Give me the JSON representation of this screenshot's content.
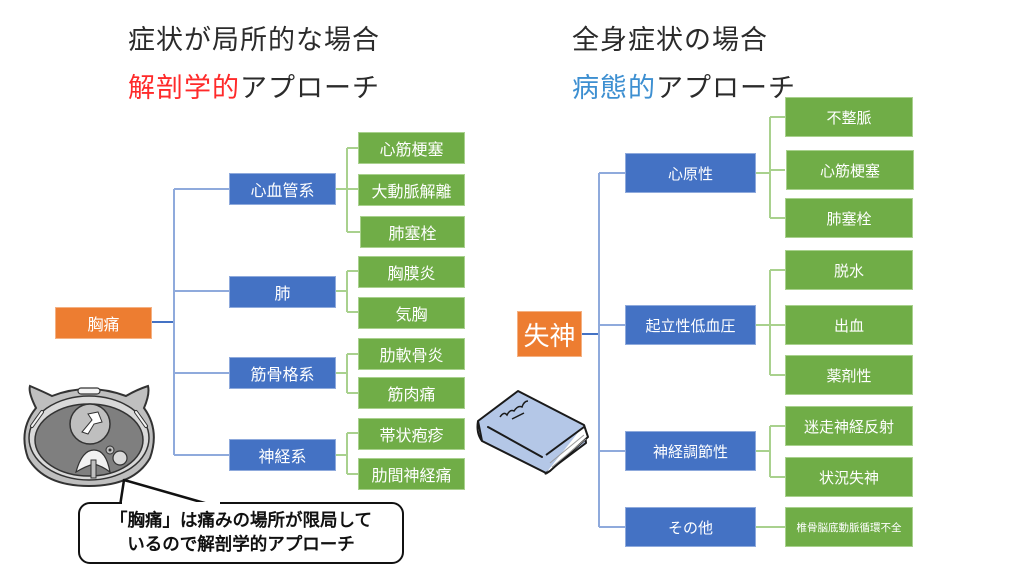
{
  "left": {
    "heading_line1": "症状が局所的な場合",
    "heading_accent": "解剖学的",
    "heading_rest": "アプローチ",
    "accent_color": "#ff2a2a",
    "root": "胸痛",
    "branches": [
      {
        "label": "心血管系",
        "children": [
          "心筋梗塞",
          "大動脈解離",
          "肺塞栓"
        ]
      },
      {
        "label": "肺",
        "children": [
          "胸膜炎",
          "気胸"
        ]
      },
      {
        "label": "筋骨格系",
        "children": [
          "肋軟骨炎",
          "筋肉痛"
        ]
      },
      {
        "label": "神経系",
        "children": [
          "帯状疱疹",
          "肋間神経痛"
        ]
      }
    ],
    "illustration": "chest-ct-cross-section",
    "callout_line1": "「胸痛」は痛みの場所が限局して",
    "callout_line2": "いるので解剖学的アプローチ"
  },
  "right": {
    "heading_line1": "全身症状の場合",
    "heading_accent": "病態的",
    "heading_rest": "アプローチ",
    "accent_color": "#3d8fd1",
    "root": "失神",
    "branches": [
      {
        "label": "心原性",
        "children": [
          "不整脈",
          "心筋梗塞",
          "肺塞栓"
        ]
      },
      {
        "label": "起立性低血圧",
        "children": [
          "脱水",
          "出血",
          "薬剤性"
        ]
      },
      {
        "label": "神経調節性",
        "children": [
          "迷走神経反射",
          "状況失神"
        ]
      },
      {
        "label": "その他",
        "children": [
          "椎骨脳底動脈循環不全"
        ]
      }
    ],
    "illustration": "book"
  },
  "colors": {
    "root": "#ed7d31",
    "category": "#4472c4",
    "leaf": "#70ad47",
    "connector_blue": "#8faadc",
    "connector_green": "#a9d18e"
  }
}
